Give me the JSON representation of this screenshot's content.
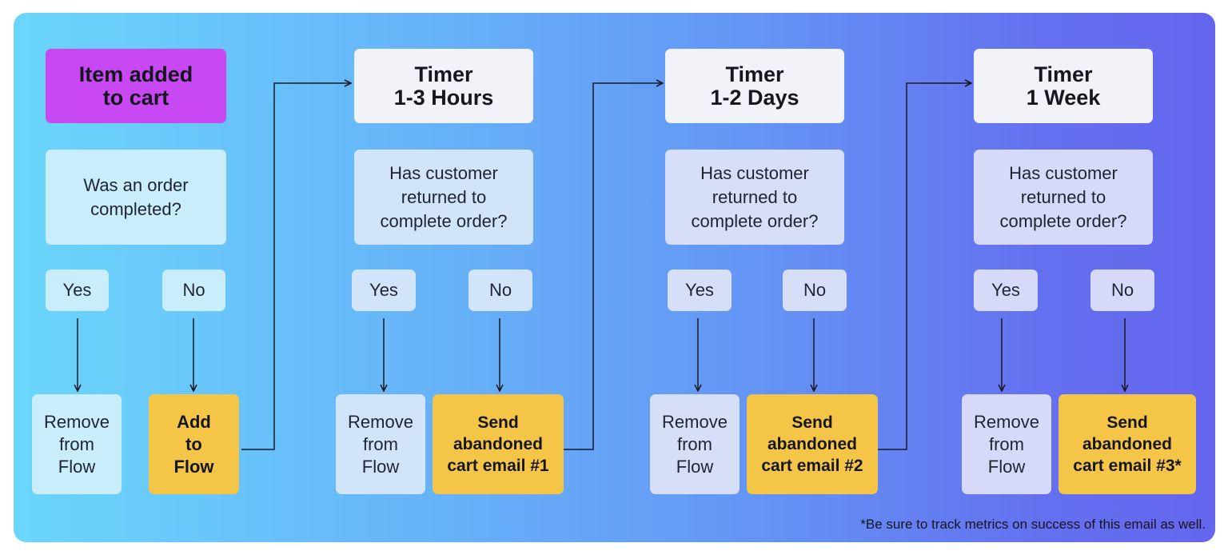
{
  "start": {
    "label": "Item added\nto cart"
  },
  "first_question": "Was an order\ncompleted?",
  "yes_label": "Yes",
  "no_label": "No",
  "remove_label": "Remove\nfrom\nFlow",
  "add_to_flow_label": "Add\nto\nFlow",
  "stages": [
    {
      "timer": "Timer\n1-3 Hours",
      "question": "Has customer\nreturned to\ncomplete order?",
      "action": "Send\nabandoned\ncart email #1"
    },
    {
      "timer": "Timer\n1-2 Days",
      "question": "Has customer\nreturned to\ncomplete order?",
      "action": "Send\nabandoned\ncart email #2"
    },
    {
      "timer": "Timer\n1 Week",
      "question": "Has customer\nreturned to\ncomplete order?",
      "action": "Send\nabandoned\ncart email #3*"
    }
  ],
  "footnote": "*Be sure to track metrics on success of this email as well.",
  "colors": {
    "start": "#c848f4",
    "action": "#f4c546",
    "timer": "#f1f3f8",
    "connector": "#1a1a22"
  }
}
